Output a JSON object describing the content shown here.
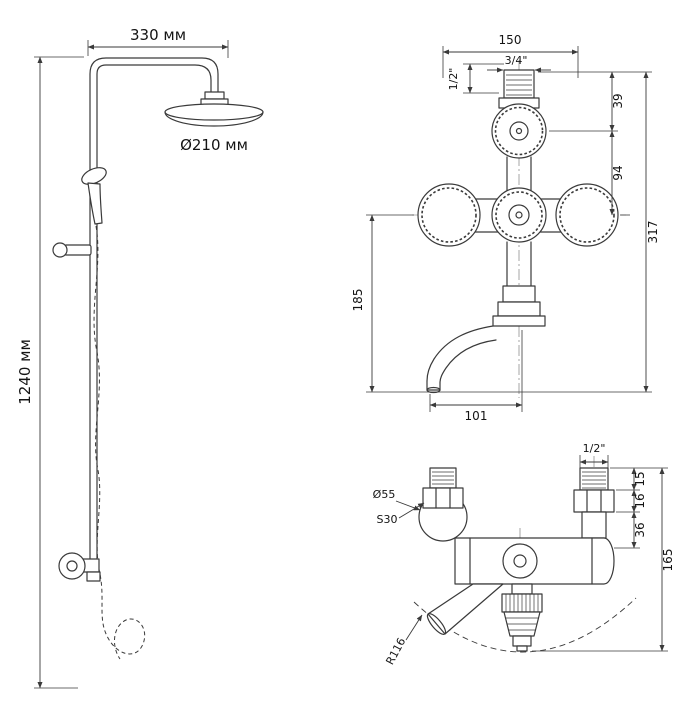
{
  "page": {
    "background_color": "#ffffff",
    "line_color": "#3a3a3a"
  },
  "shower_column": {
    "arm_width": "330 мм",
    "head_diameter": "Ø210 мм",
    "column_height": "1240 мм"
  },
  "mixer_front": {
    "width": "150",
    "top_thread": "3/4\"",
    "side_thread": "1/2\"",
    "knob_offset": "39",
    "knob_spacing": "94",
    "total_height": "317",
    "spout_height": "185",
    "spout_reach": "101"
  },
  "mixer_side": {
    "thread": "1/2\"",
    "thread_length": "15",
    "nut_height": "16",
    "body_offset": "36",
    "total_depth": "165",
    "flange_diameter": "Ø55",
    "nut_size": "S30",
    "spout_radius": "R116"
  }
}
